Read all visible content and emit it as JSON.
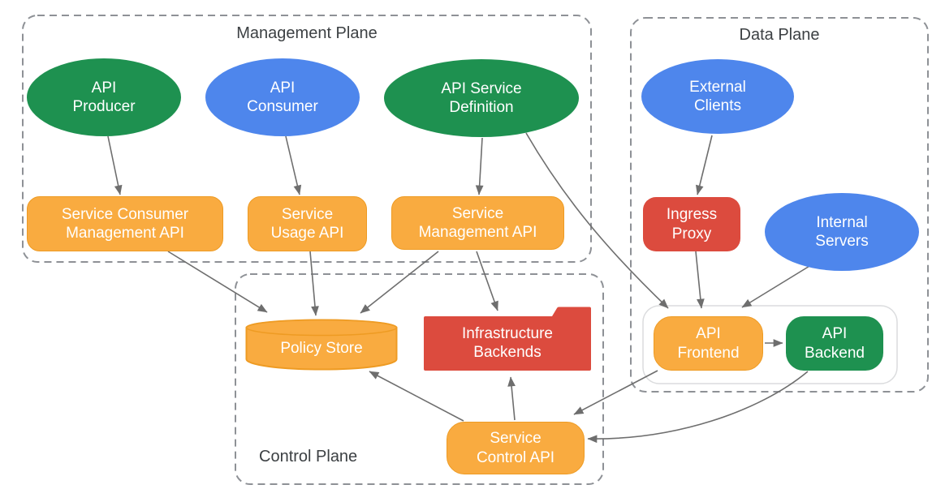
{
  "colors": {
    "green": "#1e9150",
    "blue": "#4e86ec",
    "orange": "#f9ab40",
    "orange_border": "#ee9b23",
    "red": "#dc4b3e",
    "edge": "#6e6e6e",
    "plane_border": "#8e9196",
    "container_border": "#dbdcde",
    "title_text": "#3c4043",
    "node_text": "#ffffff"
  },
  "planes": {
    "management": {
      "title": "Management Plane"
    },
    "data": {
      "title": "Data Plane"
    },
    "control": {
      "title": "Control Plane"
    }
  },
  "nodes": {
    "api_producer": {
      "label": "API\nProducer",
      "type": "ellipse",
      "color": "green"
    },
    "api_consumer": {
      "label": "API\nConsumer",
      "type": "ellipse",
      "color": "blue"
    },
    "api_service_definition": {
      "label": "API Service\nDefinition",
      "type": "ellipse",
      "color": "green"
    },
    "service_consumer_management_api": {
      "label": "Service Consumer\nManagement API",
      "type": "rounded-rect",
      "color": "orange"
    },
    "service_usage_api": {
      "label": "Service\nUsage API",
      "type": "rounded-rect",
      "color": "orange"
    },
    "service_management_api": {
      "label": "Service\nManagement API",
      "type": "rounded-rect",
      "color": "orange"
    },
    "external_clients": {
      "label": "External\nClients",
      "type": "ellipse",
      "color": "blue"
    },
    "ingress_proxy": {
      "label": "Ingress\nProxy",
      "type": "rounded-rect",
      "color": "red"
    },
    "internal_servers": {
      "label": "Internal\nServers",
      "type": "ellipse",
      "color": "blue"
    },
    "api_frontend": {
      "label": "API\nFrontend",
      "type": "rounded-rect",
      "color": "orange"
    },
    "api_backend": {
      "label": "API\nBackend",
      "type": "rounded-rect",
      "color": "green"
    },
    "policy_store": {
      "label": "Policy Store",
      "type": "cylinder",
      "color": "orange"
    },
    "infrastructure_backends": {
      "label": "Infrastructure\nBackends",
      "type": "folder",
      "color": "red"
    },
    "service_control_api": {
      "label": "Service\nControl API",
      "type": "rounded-rect",
      "color": "orange"
    }
  },
  "edges": [
    {
      "from": "api_producer",
      "to": "service_consumer_management_api"
    },
    {
      "from": "api_consumer",
      "to": "service_usage_api"
    },
    {
      "from": "api_service_definition",
      "to": "service_management_api"
    },
    {
      "from": "service_consumer_management_api",
      "to": "policy_store"
    },
    {
      "from": "service_usage_api",
      "to": "policy_store"
    },
    {
      "from": "service_management_api",
      "to": "policy_store"
    },
    {
      "from": "service_management_api",
      "to": "infrastructure_backends"
    },
    {
      "from": "api_service_definition",
      "to": "api_frontend"
    },
    {
      "from": "external_clients",
      "to": "ingress_proxy"
    },
    {
      "from": "ingress_proxy",
      "to": "api_frontend"
    },
    {
      "from": "internal_servers",
      "to": "api_frontend"
    },
    {
      "from": "api_frontend",
      "to": "api_backend"
    },
    {
      "from": "api_frontend",
      "to": "service_control_api"
    },
    {
      "from": "api_backend",
      "to": "service_control_api"
    },
    {
      "from": "service_control_api",
      "to": "infrastructure_backends"
    },
    {
      "from": "service_control_api",
      "to": "policy_store"
    }
  ]
}
